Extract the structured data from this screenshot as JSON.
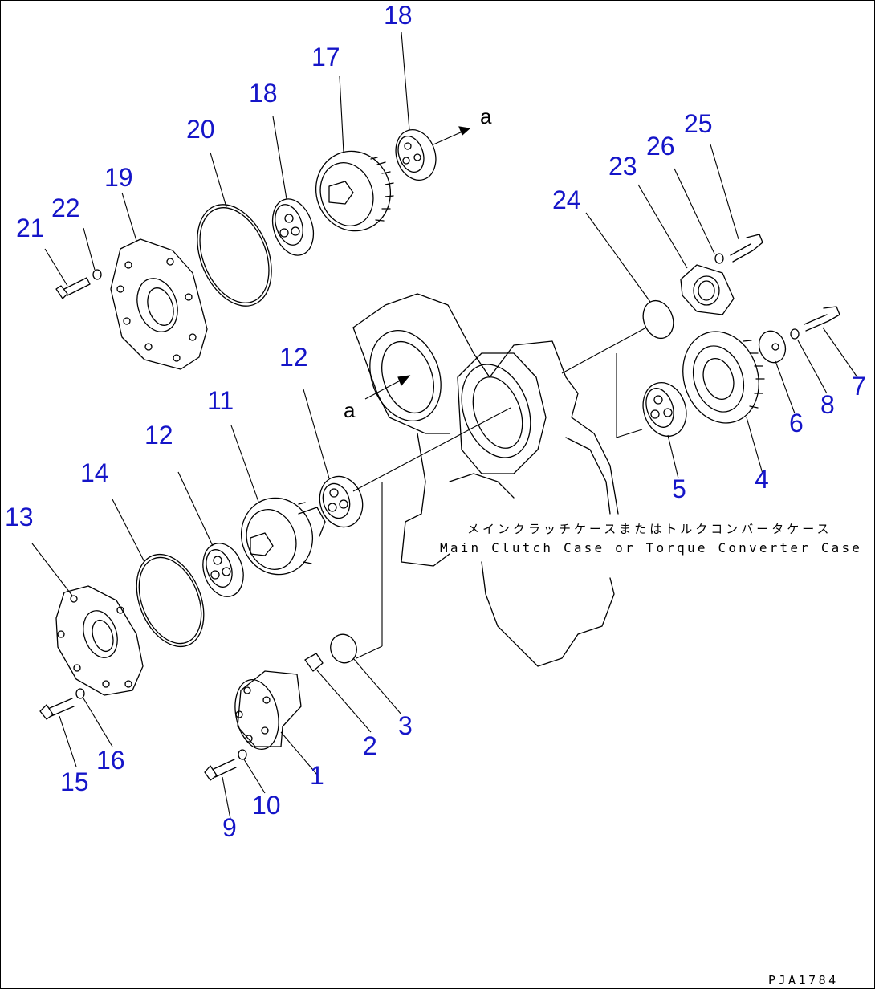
{
  "case_label_jp": "メインクラッチケースまたはトルクコンバータケース",
  "case_label_en": "Main Clutch Case or Torque Converter Case",
  "view_marker": "a",
  "drawing_number": "PJA1784",
  "callout_color": "#1515c8",
  "callouts": {
    "c1": "1",
    "c2": "2",
    "c3": "3",
    "c4": "4",
    "c5": "5",
    "c6": "6",
    "c7": "7",
    "c8": "8",
    "c9": "9",
    "c10": "10",
    "c11": "11",
    "c12_upper": "12",
    "c12_lower": "12",
    "c13": "13",
    "c14": "14",
    "c15": "15",
    "c16": "16",
    "c17": "17",
    "c18_top": "18",
    "c18_mid": "18",
    "c19": "19",
    "c20": "20",
    "c21": "21",
    "c22": "22",
    "c23": "23",
    "c24": "24",
    "c25": "25",
    "c26": "26"
  }
}
